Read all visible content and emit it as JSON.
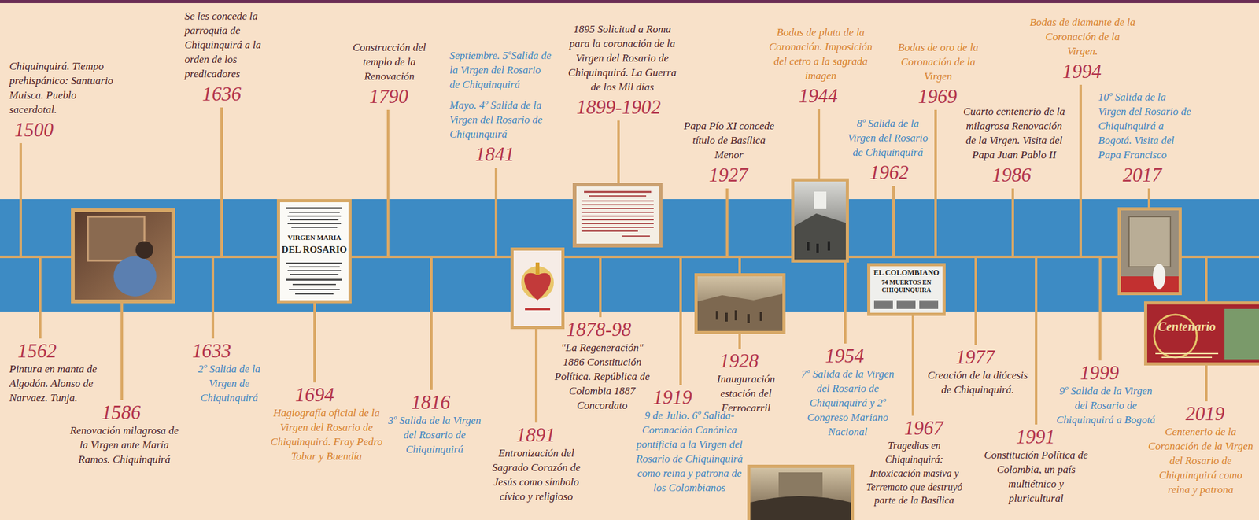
{
  "diagram": {
    "labels": [
      "Chiquinquirá. Tiempo prehispánico: Santuario Muisca. Pueblo sacerdotal.",
      "1500",
      "1562",
      "Pintura en manta de Algodón. Alonso de Narvaez. Tunja.",
      "1586",
      "Renovación milagrosa de la Virgen ante María Ramos. Chiquinquirá",
      "Se les concede la parroquia de Chiquinquirá a la orden de los predicadores",
      "1636",
      "1633",
      "2º Salida de la Virgen de Chiquinquirá",
      "VIRGEN MARIA",
      "DEL ROSARIO",
      "1694",
      "Hagiografía oficial de la Virgen del Rosario de Chiquinquirá. Fray Pedro Tobar y Buendía",
      "Construcción del templo de la Renovación",
      "1790",
      "1816",
      "3º Salida de la Virgen del Rosario de Chiquinquirá",
      "Septiembre. 5ºSalida de la Virgen del Rosario de Chiquinquirá",
      "Mayo. 4º Salida de la Virgen del Rosario de Chiquinquirá",
      "1841",
      "1891",
      "Entronización del Sagrado Corazón de Jesús como símbolo cívico y religioso",
      "1878-98",
      "\"La Regeneración\" 1886 Constitución Política. República de Colombia 1887 Concordato",
      "1895 Solicitud a Roma para la coronación de la Virgen del Rosario de Chiquinquirá. La Guerra de los Mil días",
      "1899-1902",
      "1919",
      "9 de Julio. 6º Salida- Coronación Canónica pontificia a la Virgen del Rosario de Chiquinquirá como reina y patrona de los Colombianos",
      "Papa Pío XI concede título de Basílica Menor",
      "1927",
      "1928",
      "Inauguración estación del Ferrocarril",
      "Bodas de plata de la Coronación. Imposición del cetro a la sagrada imagen",
      "1944",
      "1954",
      "7º Salida de la Virgen del Rosario de Chiquinquirá y 2º Congreso Mariano Nacional",
      "8º Salida de la Virgen del Rosario de Chiquinquirá",
      "1962",
      "EL COLOMBIANO",
      "74 MUERTOS EN CHIQUINQUIRA",
      "1967",
      "Tragedias en Chiquinquirá: Intoxicación masiva y Terremoto que destruyó parte de la Basílica",
      "Bodas de oro de la Coronación de la Virgen",
      "1969",
      "1977",
      "Creación de la diócesis de Chiquinquirá.",
      "Cuarto centenerio de la milagrosa Renovación de la Virgen. Visita del Papa Juan Pablo II",
      "1986",
      "1991",
      "Constitución Política de Colombia, un país multiétnico y pluricultural",
      "Bodas de diamante de la Coronación de la Virgen.",
      "1994",
      "1999",
      "9º Salida de la Virgen del Rosario de Chiquinquirá a Bogotá",
      "10º Salida de la Virgen del Rosario de Chiquinquirá a Bogotá. Visita del Papa Francisco",
      "2017",
      "2019",
      "Centenerio de la Coronación de la Virgen del Rosario de Chiquinquirá como reina y patrona",
      "Centenario"
    ]
  }
}
